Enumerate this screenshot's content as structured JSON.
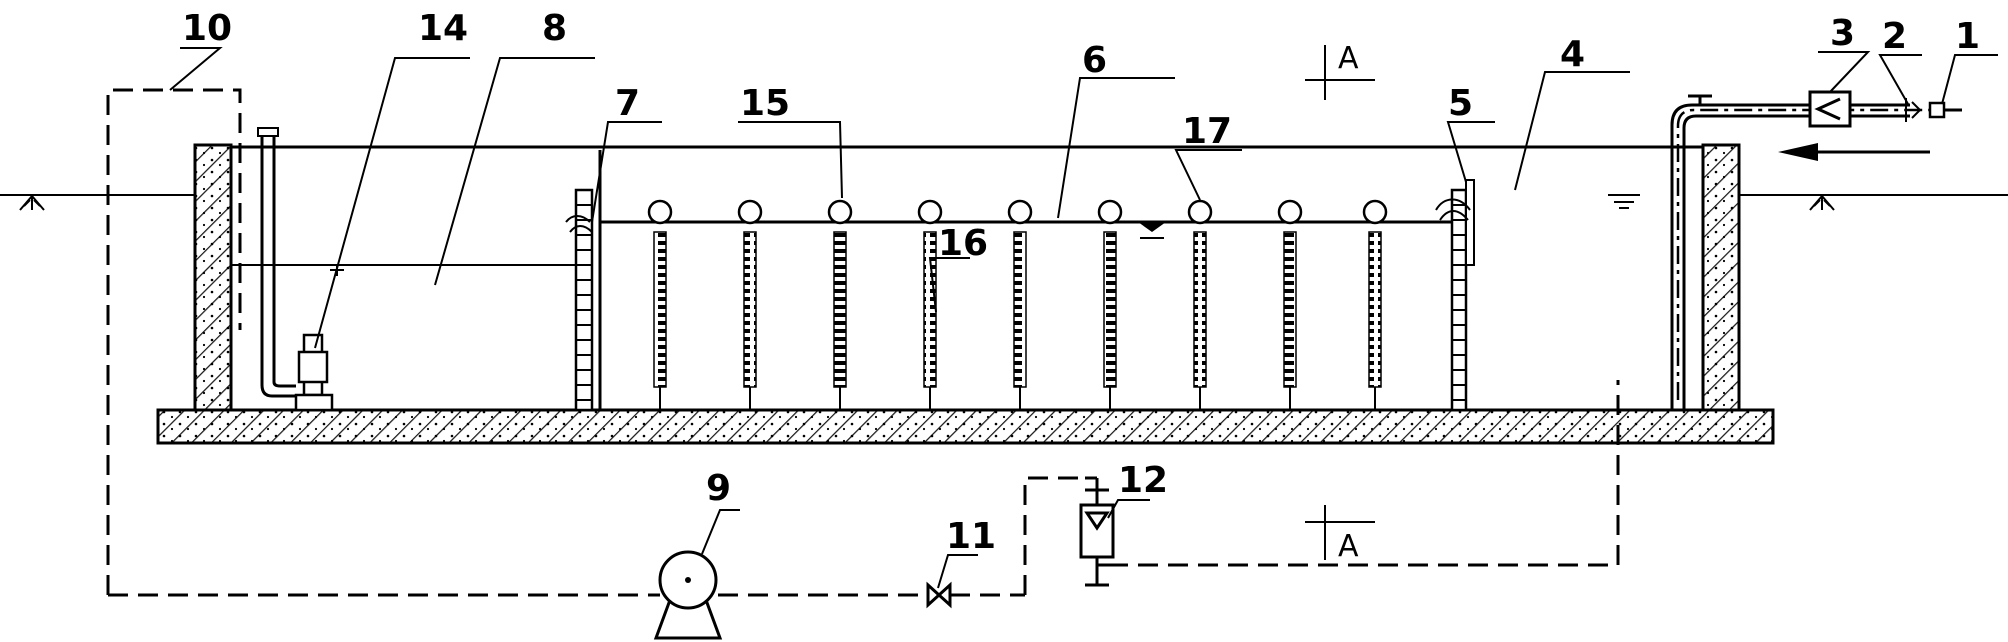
{
  "labels": {
    "l1": "1",
    "l2": "2",
    "l3": "3",
    "l4": "4",
    "l5": "5",
    "l6": "6",
    "l7": "7",
    "l8": "8",
    "l9": "9",
    "l10": "10",
    "l11": "11",
    "l12": "12",
    "l14": "14",
    "l15": "15",
    "l16": "16",
    "l17": "17"
  },
  "section": {
    "top": "A",
    "bottom": "A"
  },
  "membrane_module_count": 9
}
